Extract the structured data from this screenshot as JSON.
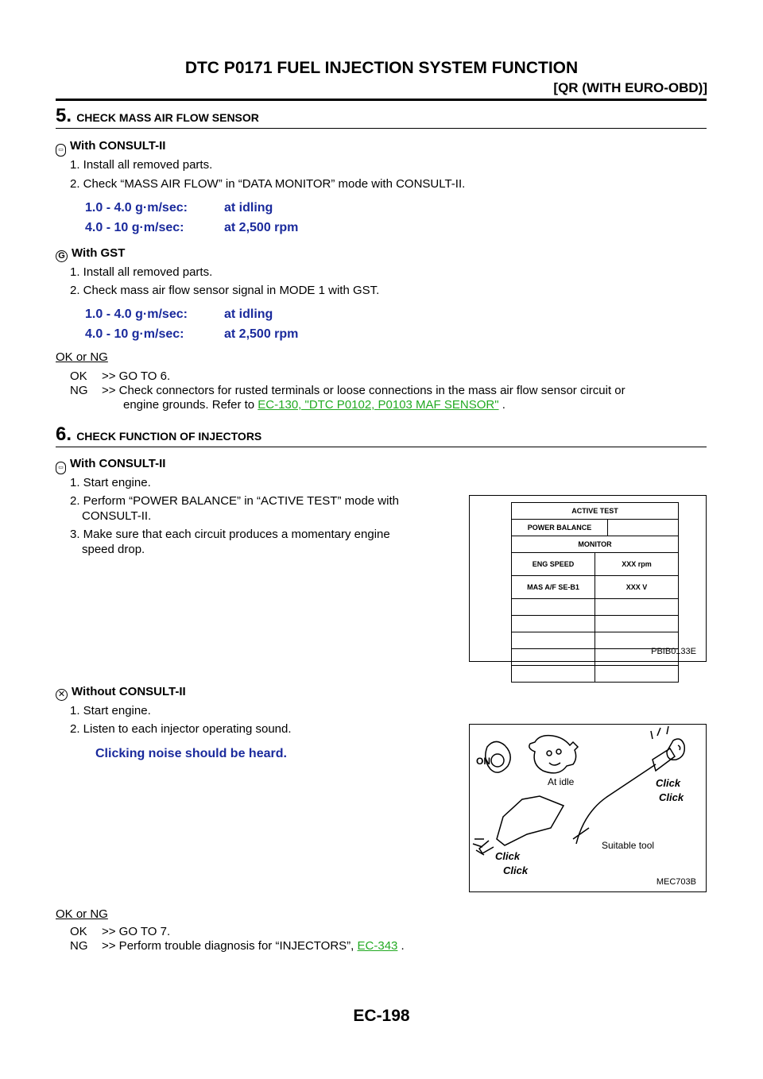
{
  "header": {
    "title": "DTC P0171 FUEL INJECTION SYSTEM FUNCTION",
    "subtitle": "[QR (WITH EURO-OBD)]"
  },
  "step5": {
    "number": "5.",
    "title": "CHECK MASS AIR FLOW SENSOR",
    "consult": {
      "heading": "With CONSULT-II",
      "items": [
        "1.   Install all removed parts.",
        "2.   Check “MASS AIR FLOW” in “DATA MONITOR” mode with CONSULT-II."
      ],
      "specs": [
        {
          "value": "1.0 - 4.0 g·m/sec:",
          "condition": "at idling"
        },
        {
          "value": "4.0 - 10 g·m/sec:",
          "condition": "at 2,500 rpm"
        }
      ]
    },
    "gst": {
      "heading": "With GST",
      "items": [
        "1.   Install all removed parts.",
        "2.   Check mass air flow sensor signal in MODE 1 with GST."
      ],
      "specs": [
        {
          "value": "1.0 - 4.0 g·m/sec:",
          "condition": "at idling"
        },
        {
          "value": "4.0 - 10 g·m/sec:",
          "condition": "at 2,500 rpm"
        }
      ]
    },
    "ok_ng_label": "OK or NG",
    "ok": {
      "key": "OK",
      "text": ">> GO TO 6."
    },
    "ng": {
      "key": "NG",
      "text1": ">> Check connectors for rusted terminals or loose connections in the mass air flow sensor circuit or",
      "text2": "engine grounds. Refer to",
      "link": "EC-130, \"DTC P0102, P0103 MAF SENSOR\"",
      "tail": "."
    }
  },
  "step6": {
    "number": "6.",
    "title": "CHECK FUNCTION OF INJECTORS",
    "consult": {
      "heading": "With CONSULT-II",
      "item1": "1.   Start engine.",
      "item2a": "2.   Perform “POWER BALANCE” in “ACTIVE TEST” mode with",
      "item2b": "CONSULT-II.",
      "item3a": "3.   Make sure that each circuit produces a momentary engine",
      "item3b": "speed drop."
    },
    "screen": {
      "title": "ACTIVE TEST",
      "power_balance": "POWER BALANCE",
      "monitor": "MONITOR",
      "rows": [
        {
          "label": "ENG SPEED",
          "value": "XXX rpm"
        },
        {
          "label": "MAS A/F SE-B1",
          "value": "XXX V"
        }
      ],
      "figure_id": "PBIB0133E"
    },
    "without": {
      "heading": "Without CONSULT-II",
      "item1": "1.   Start engine.",
      "item2": "2.   Listen to each injector operating sound.",
      "spec": "Clicking noise should be heard."
    },
    "illustration": {
      "on_label": "ON",
      "at_idle": "At idle",
      "tool_label": "Suitable tool",
      "click": "Click",
      "figure_id": "MEC703B"
    },
    "ok_ng_label": "OK or NG",
    "ok": {
      "key": "OK",
      "text": ">> GO TO 7."
    },
    "ng": {
      "key": "NG",
      "text": ">> Perform trouble diagnosis for “INJECTORS”,",
      "link": "EC-343",
      "tail": "."
    }
  },
  "footer": {
    "page": "EC-198"
  }
}
